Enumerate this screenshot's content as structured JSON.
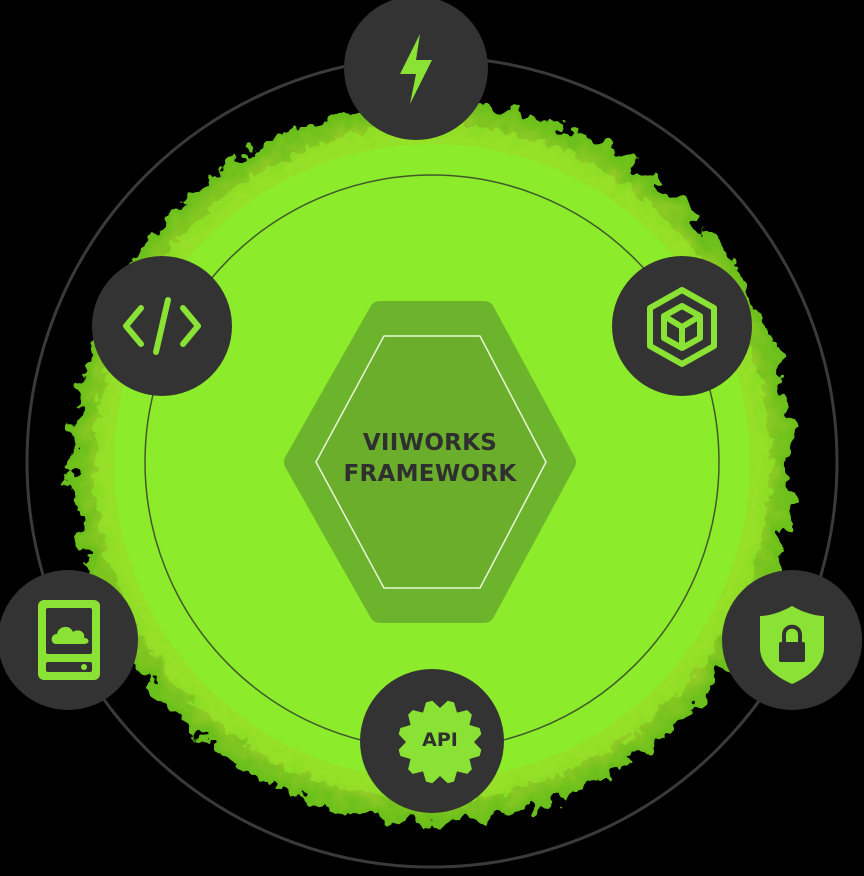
{
  "diagram": {
    "center": {
      "line1": "VIIWORKS",
      "line2": "FRAMEWORK"
    },
    "nodes": [
      {
        "id": "power",
        "icon": "lightning-bolt-icon"
      },
      {
        "id": "module",
        "icon": "cube-hexagon-icon"
      },
      {
        "id": "security",
        "icon": "shield-lock-icon"
      },
      {
        "id": "api",
        "icon": "gear-icon",
        "label": "API"
      },
      {
        "id": "cloud-storage",
        "icon": "cloud-server-icon"
      },
      {
        "id": "code",
        "icon": "code-brackets-icon"
      }
    ],
    "colors": {
      "accent": "#8ae234",
      "glow": "#88ee22",
      "node_bg": "#333333",
      "hexagon_outer": "#6fb52c",
      "hexagon_inner": "#64a82a",
      "text_dark": "#2f2f2f"
    }
  }
}
